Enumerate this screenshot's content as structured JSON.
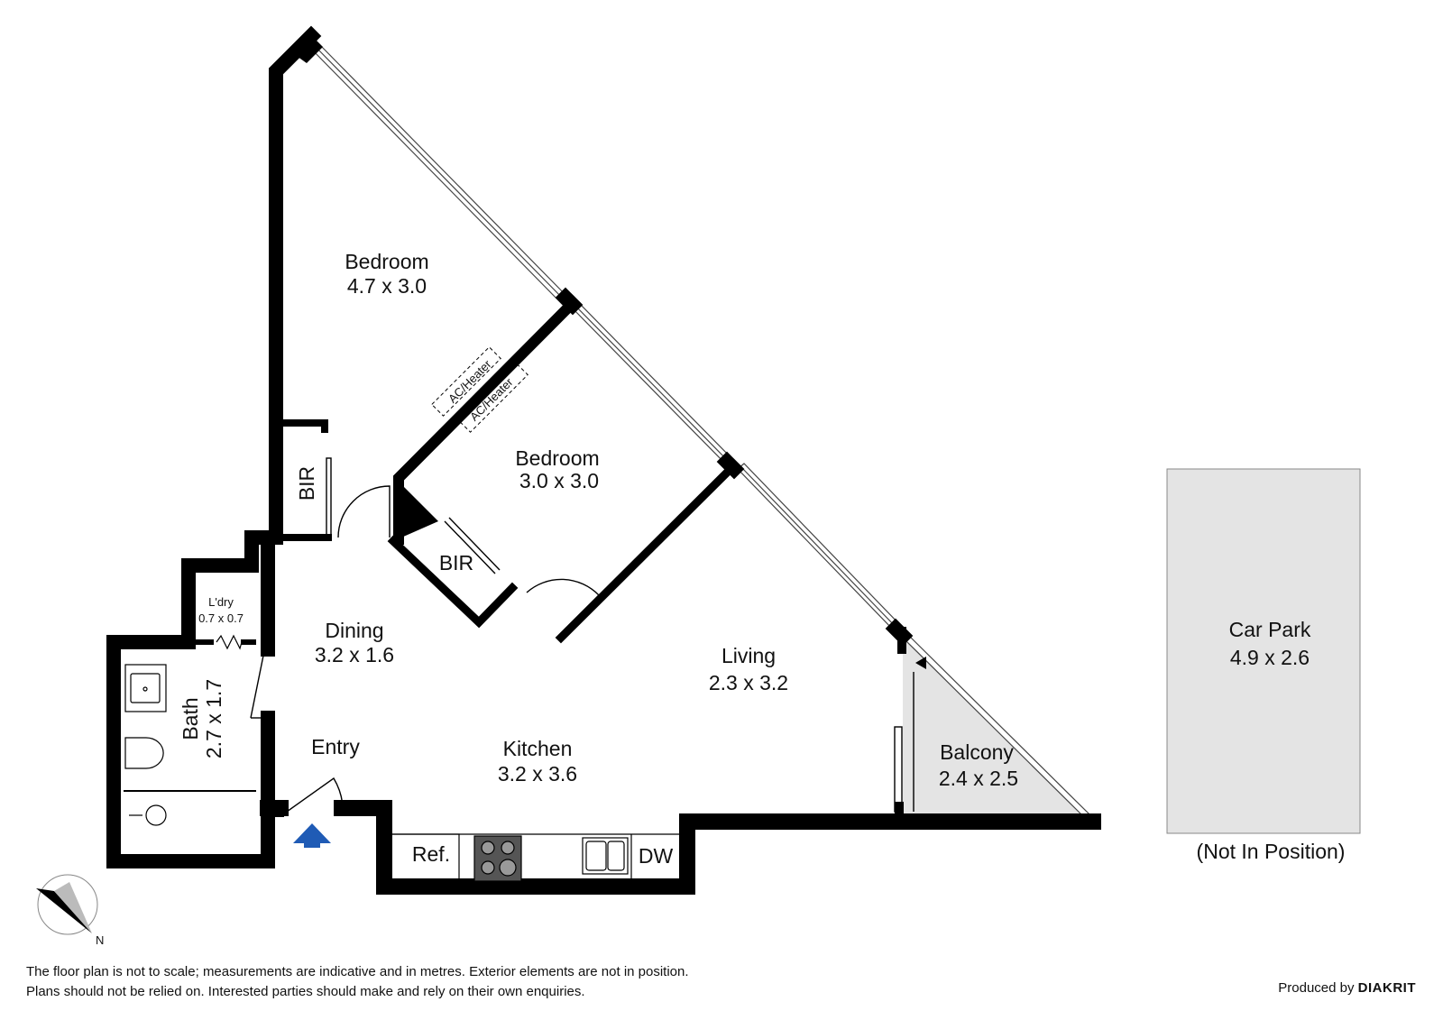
{
  "rooms": {
    "bedroom_main": {
      "name": "Bedroom",
      "size": "4.7 x 3.0"
    },
    "bedroom_second": {
      "name": "Bedroom",
      "size": "3.0 x 3.0"
    },
    "bir_main": {
      "name": "BIR"
    },
    "bir_second": {
      "name": "BIR"
    },
    "laundry": {
      "name": "L'dry",
      "size": "0.7 x 0.7"
    },
    "bath": {
      "name": "Bath",
      "size": "2.7 x 1.7"
    },
    "dining": {
      "name": "Dining",
      "size": "3.2 x 1.6"
    },
    "living": {
      "name": "Living",
      "size": "2.3 x 3.2"
    },
    "entry": {
      "name": "Entry"
    },
    "kitchen": {
      "name": "Kitchen",
      "size": "3.2 x 3.6"
    },
    "balcony": {
      "name": "Balcony",
      "size": "2.4 x 2.5"
    },
    "car_park": {
      "name": "Car Park",
      "size": "4.9 x 2.6",
      "note": "(Not In Position)"
    }
  },
  "fixtures": {
    "ac_heater_1": "AC/Heater",
    "ac_heater_2": "AC/Heater",
    "fridge": "Ref.",
    "dishwasher": "DW"
  },
  "compass": {
    "label": "N"
  },
  "disclaimer": {
    "line1": "The floor plan is not to scale; measurements are indicative and in metres. Exterior elements are not in position.",
    "line2": "Plans should not be relied on. Interested parties should make and rely on their own enquiries."
  },
  "credit": {
    "prefix": "Produced by",
    "brand": "DIAKRIT"
  },
  "colors": {
    "wall": "#000000",
    "balcony_fill": "#e4e4e4",
    "car_park_fill": "#e4e4e4",
    "entry_arrow": "#1f5bb5"
  }
}
